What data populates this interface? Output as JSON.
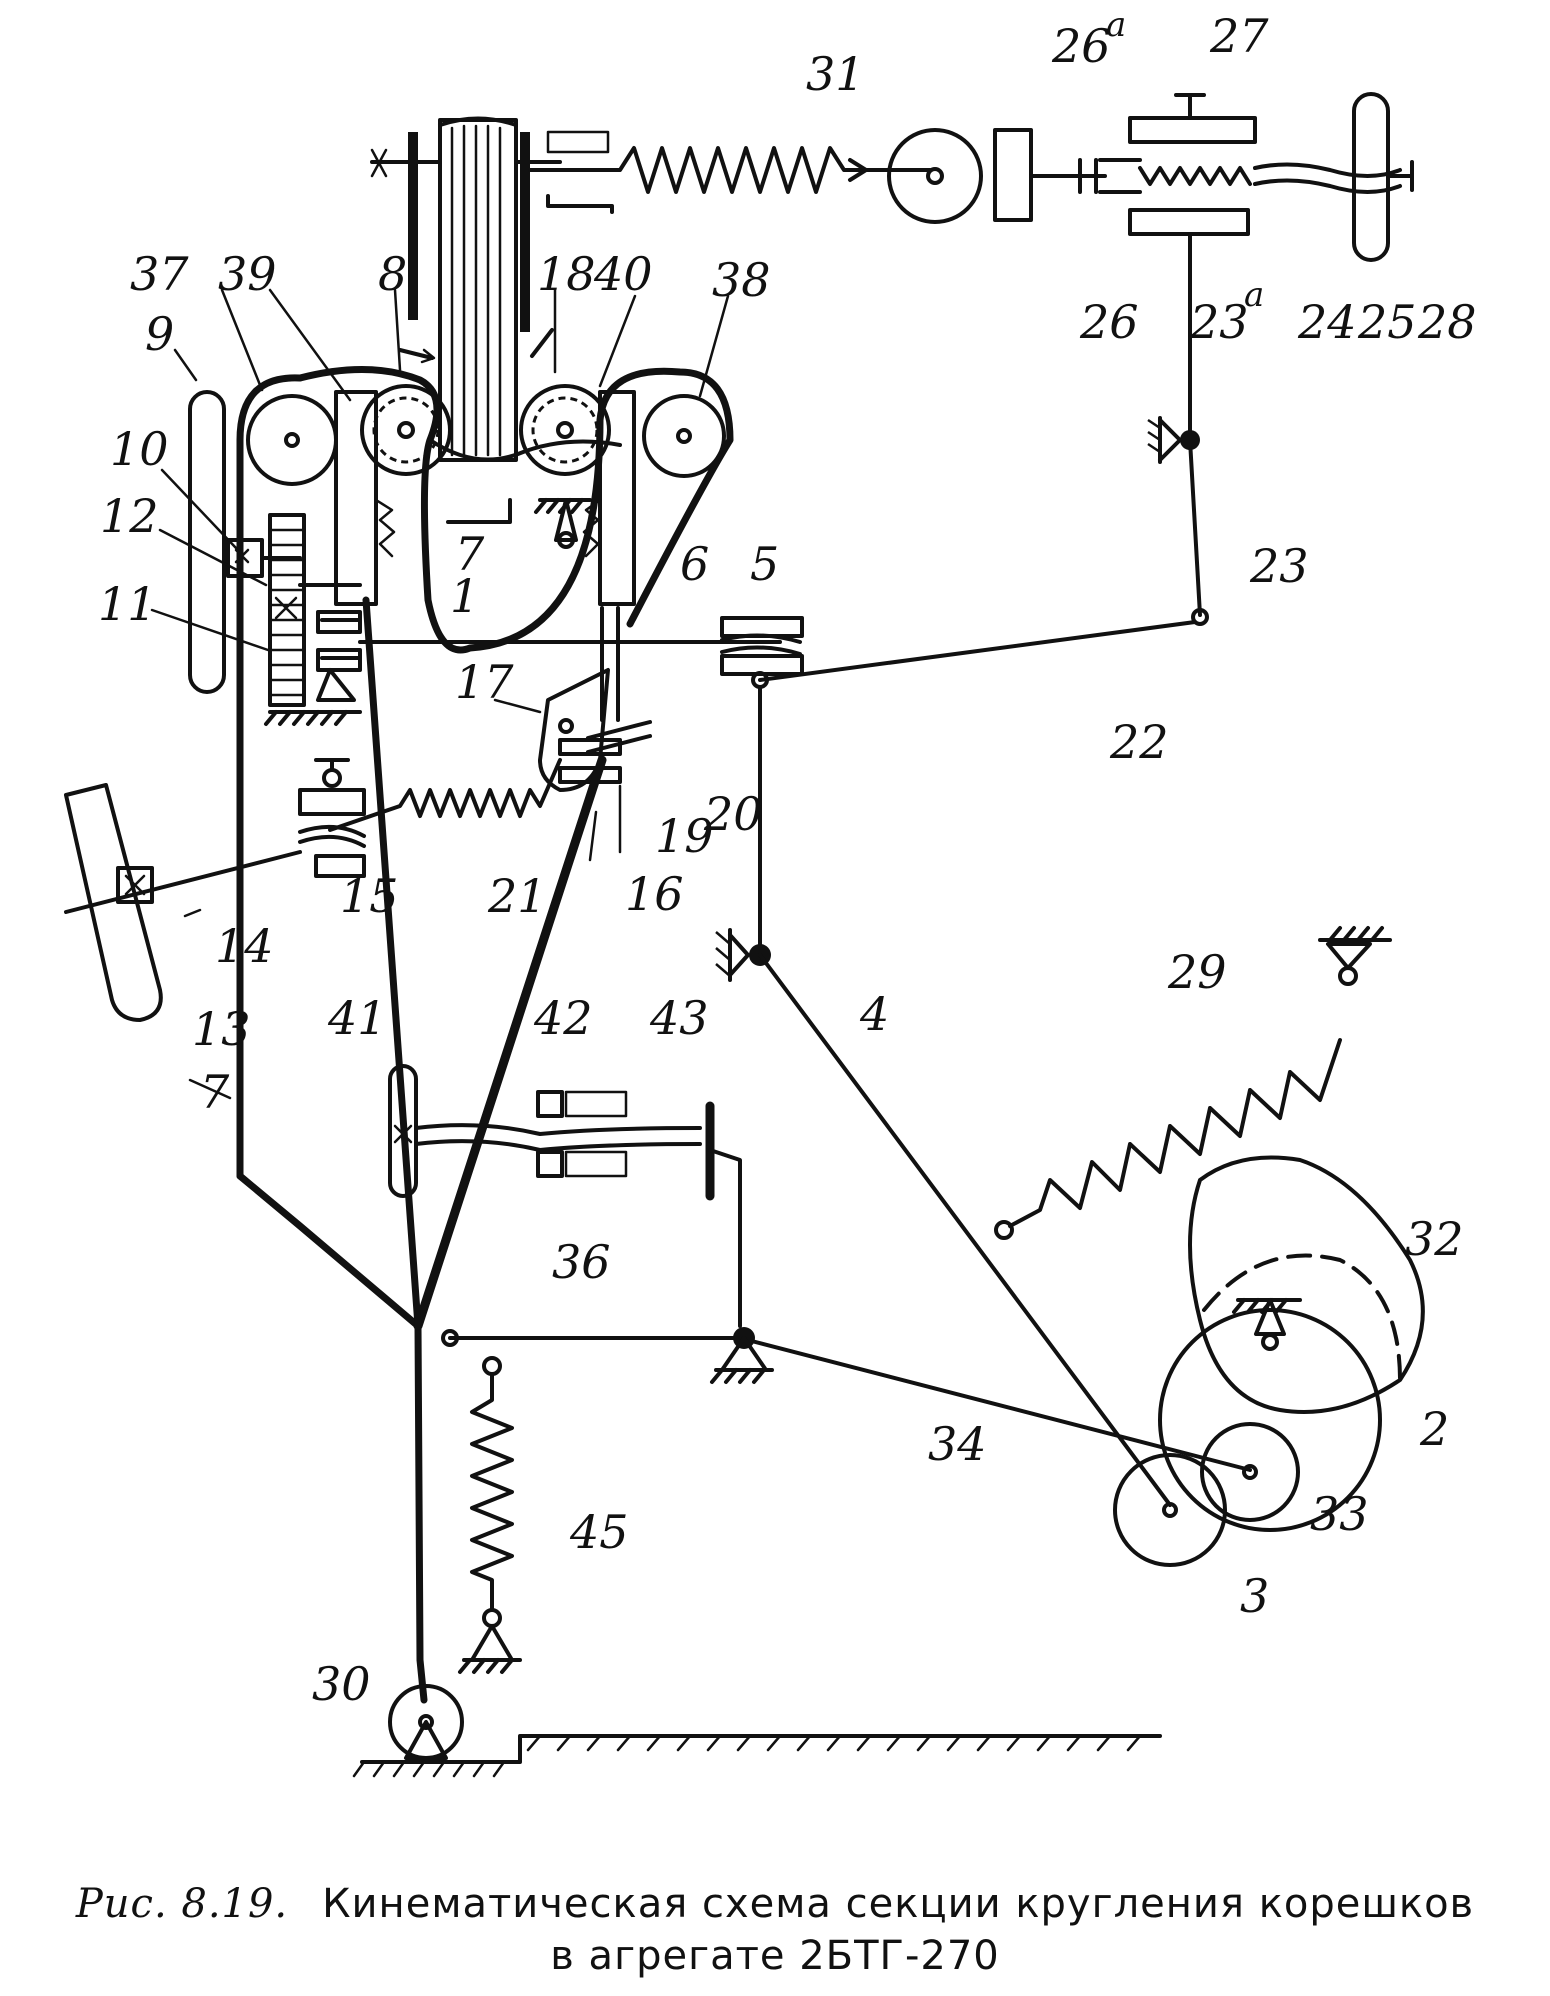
{
  "caption": {
    "figure_no": "Рис. 8.19.",
    "line1": "Кинематическая схема секции кругления корешков",
    "line2": "в агрегате 2БТГ-270"
  },
  "labels": {
    "l1": "1",
    "l2": "2",
    "l3": "3",
    "l4": "4",
    "l5": "5",
    "l6": "6",
    "l7a": "7",
    "l7b": "7",
    "l8": "8",
    "l9": "9",
    "l10": "10",
    "l11": "11",
    "l12": "12",
    "l13": "13",
    "l14": "14",
    "l15": "15",
    "l16": "16",
    "l17": "17",
    "l18": "18",
    "l19": "19",
    "l20": "20",
    "l21": "21",
    "l22": "22",
    "l23": "23",
    "l23a": "23",
    "l23a_sup": "a",
    "l24": "24",
    "l25": "25",
    "l26": "26",
    "l26a": "26",
    "l26a_sup": "a",
    "l27": "27",
    "l28": "28",
    "l29": "29",
    "l30": "30",
    "l31": "31",
    "l32": "32",
    "l33": "33",
    "l34": "34",
    "l36": "36",
    "l37": "37",
    "l38": "38",
    "l39": "39",
    "l40": "40",
    "l41": "41",
    "l42": "42",
    "l43": "43",
    "l45": "45"
  }
}
